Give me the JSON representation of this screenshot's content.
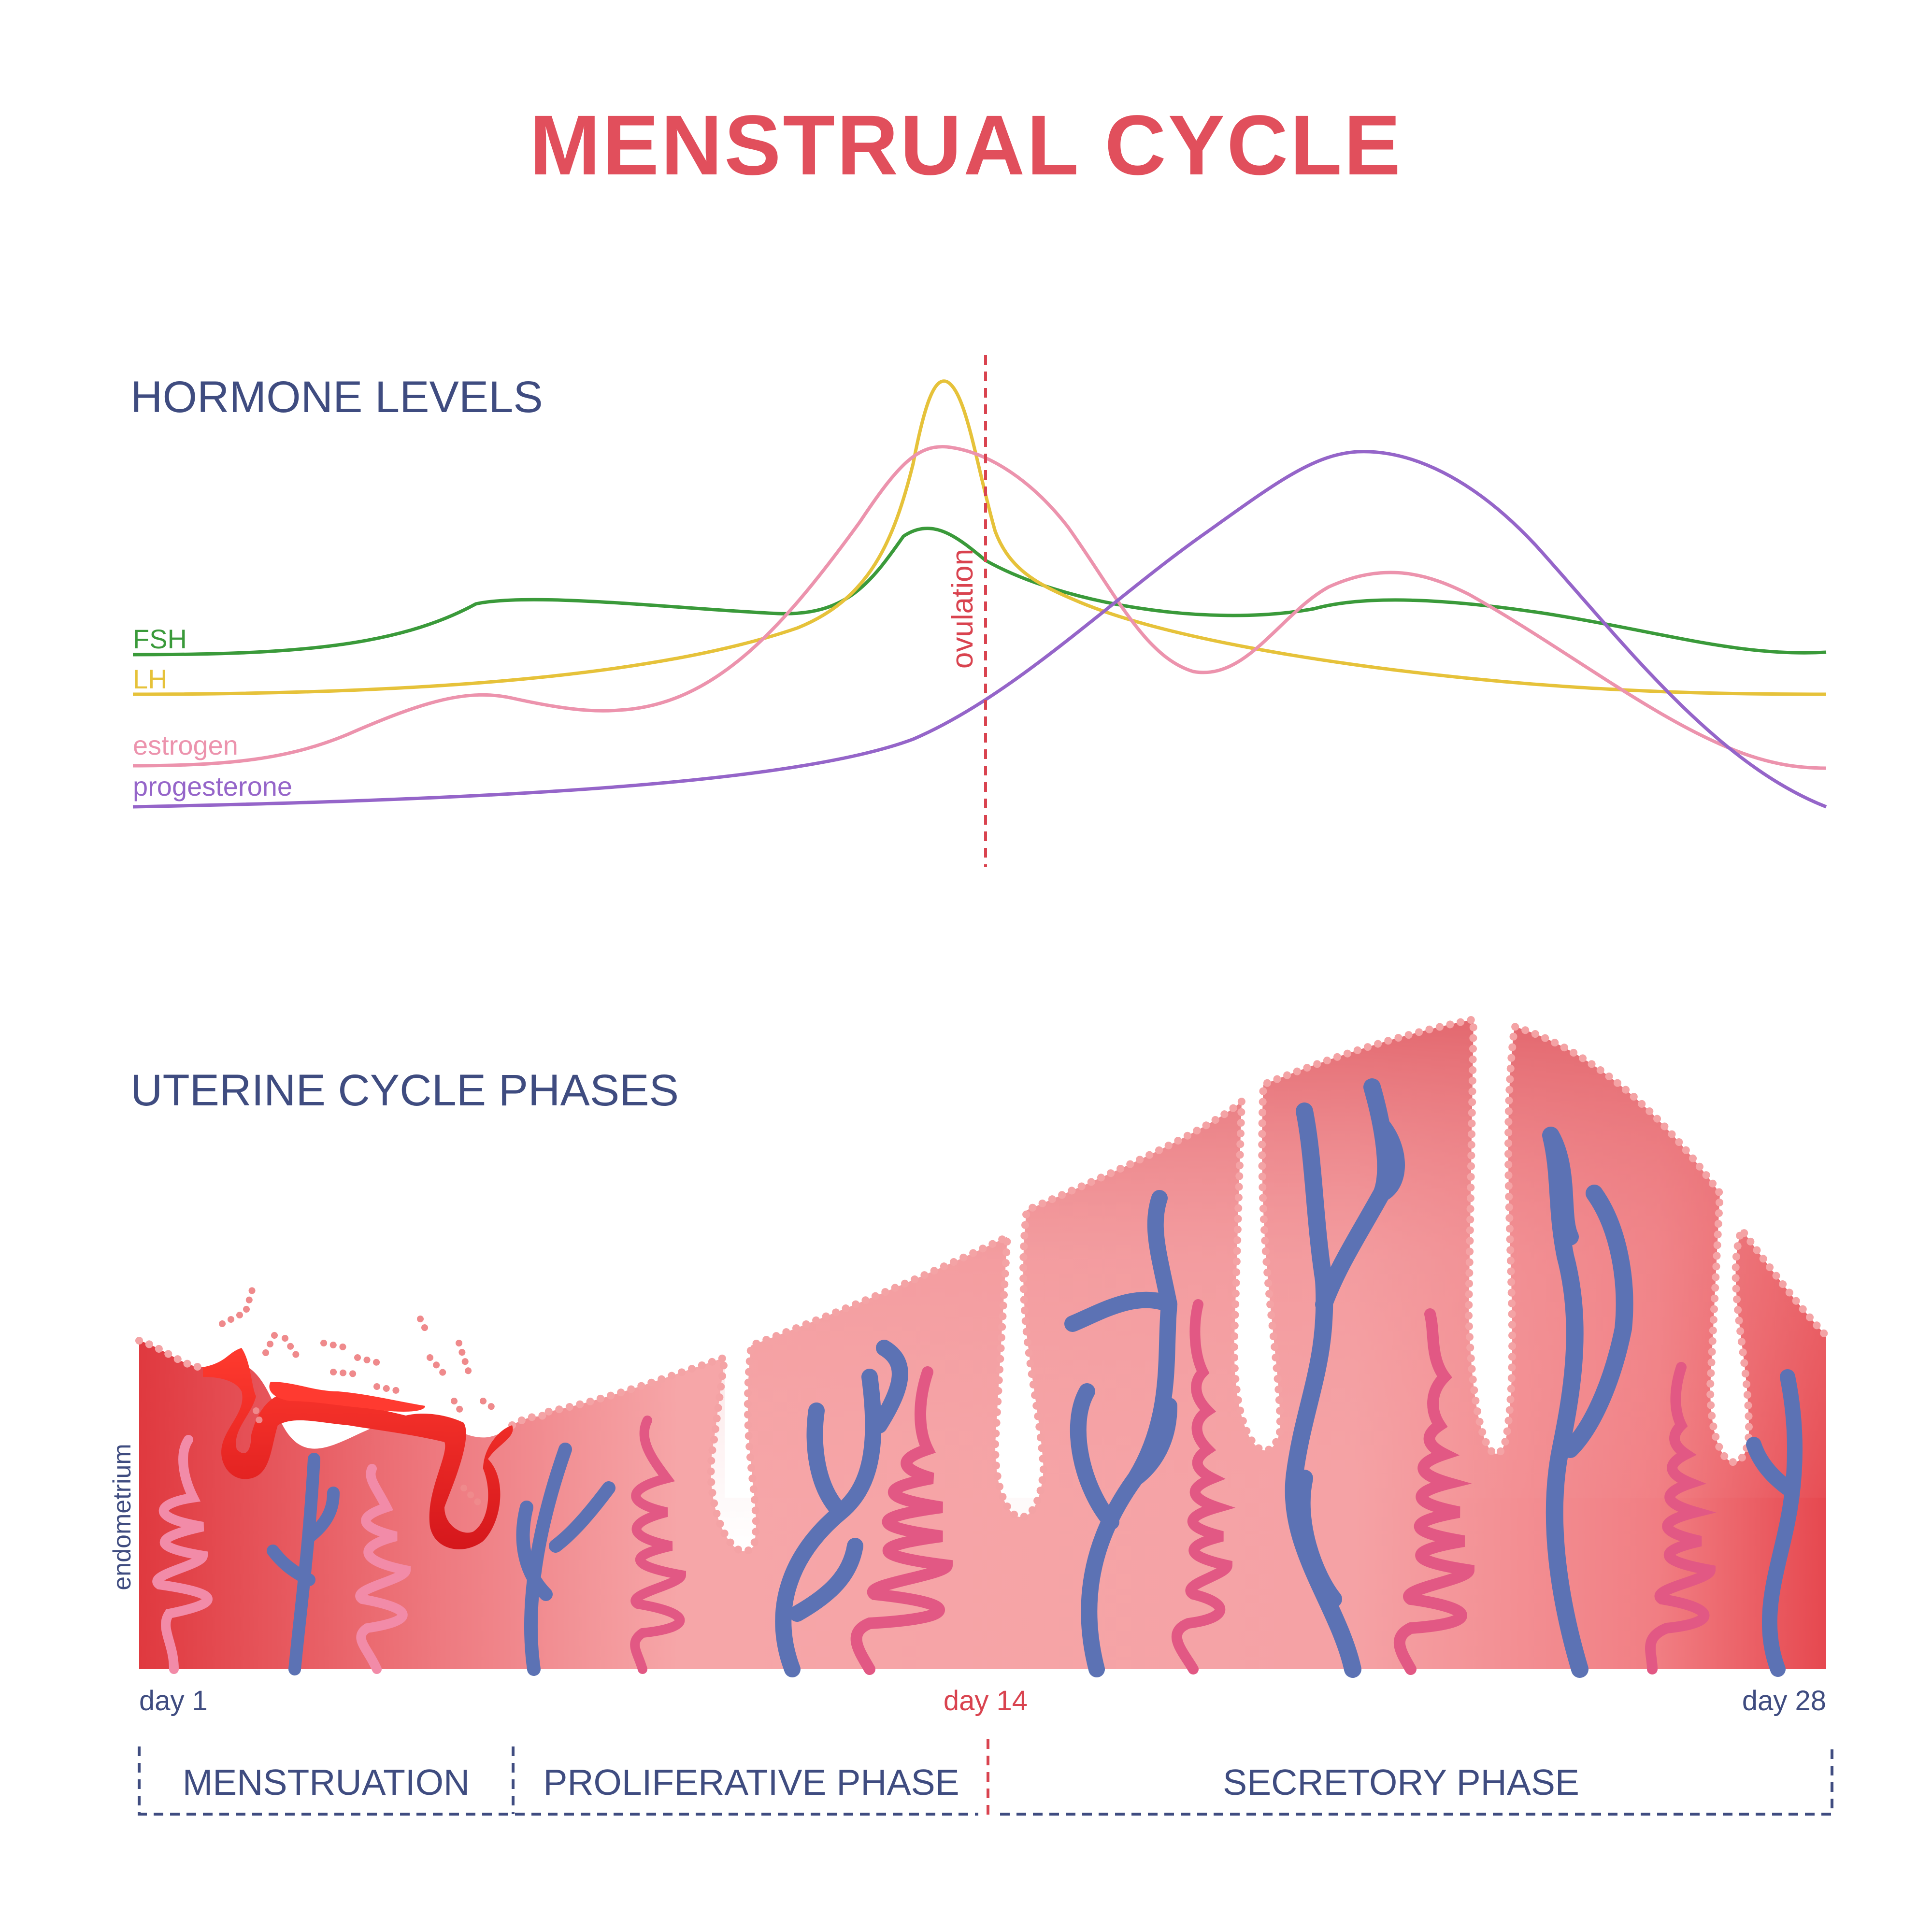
{
  "title": "MENSTRUAL CYCLE",
  "hormone_section": {
    "title": "HORMONE LEVELS",
    "ovulation_label": "ovulation",
    "hormones": [
      {
        "name": "FSH",
        "color": "#3a9a3a"
      },
      {
        "name": "LH",
        "color": "#e6c23a"
      },
      {
        "name": "estrogen",
        "color": "#ec93ad"
      },
      {
        "name": "progesterone",
        "color": "#9565c9"
      }
    ]
  },
  "uterine_section": {
    "title": "UTERINE CYCLE PHASES",
    "axis_label": "endometrium"
  },
  "days": {
    "start": "day 1",
    "mid": "day 14",
    "end": "day 28"
  },
  "phases": [
    {
      "name": "MENSTRUATION"
    },
    {
      "name": "PROLIFERATIVE PHASE"
    },
    {
      "name": "SECRETORY PHASE"
    }
  ],
  "colors": {
    "title": "#e14f5c",
    "heading": "#3f4c80",
    "ovulation": "#d9434f",
    "endometrium_dark": "#e4475a",
    "endometrium_light": "#f6a7ab",
    "vein": "#5c72b4",
    "artery": "#e25884"
  }
}
